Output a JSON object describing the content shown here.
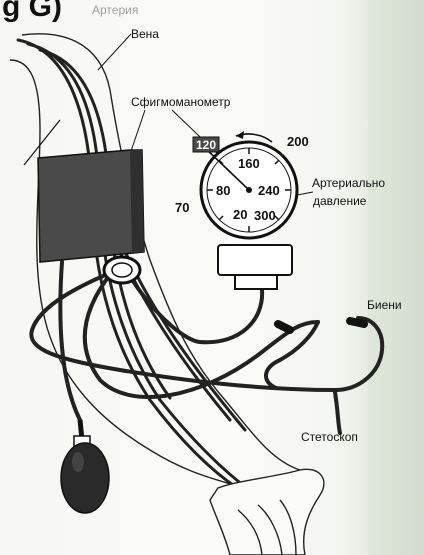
{
  "corner_text": "g G)",
  "labels": {
    "artery": "Артерия",
    "vein": "Вена",
    "sphygmomanometer": "Сфигмоманометр",
    "arterial_pressure_line1": "Артериально",
    "arterial_pressure_line2": "давление",
    "beats": "Биени",
    "stethoscope": "Стетоскоп"
  },
  "gauge": {
    "display_value": "120",
    "ticks": [
      "70",
      "80",
      "160",
      "200",
      "240",
      "20",
      "300"
    ]
  },
  "colors": {
    "cuff": "#4a4a4a",
    "ink": "#111111",
    "bulb": "#2a2a2a",
    "edge_band": "#cfd7ca"
  }
}
